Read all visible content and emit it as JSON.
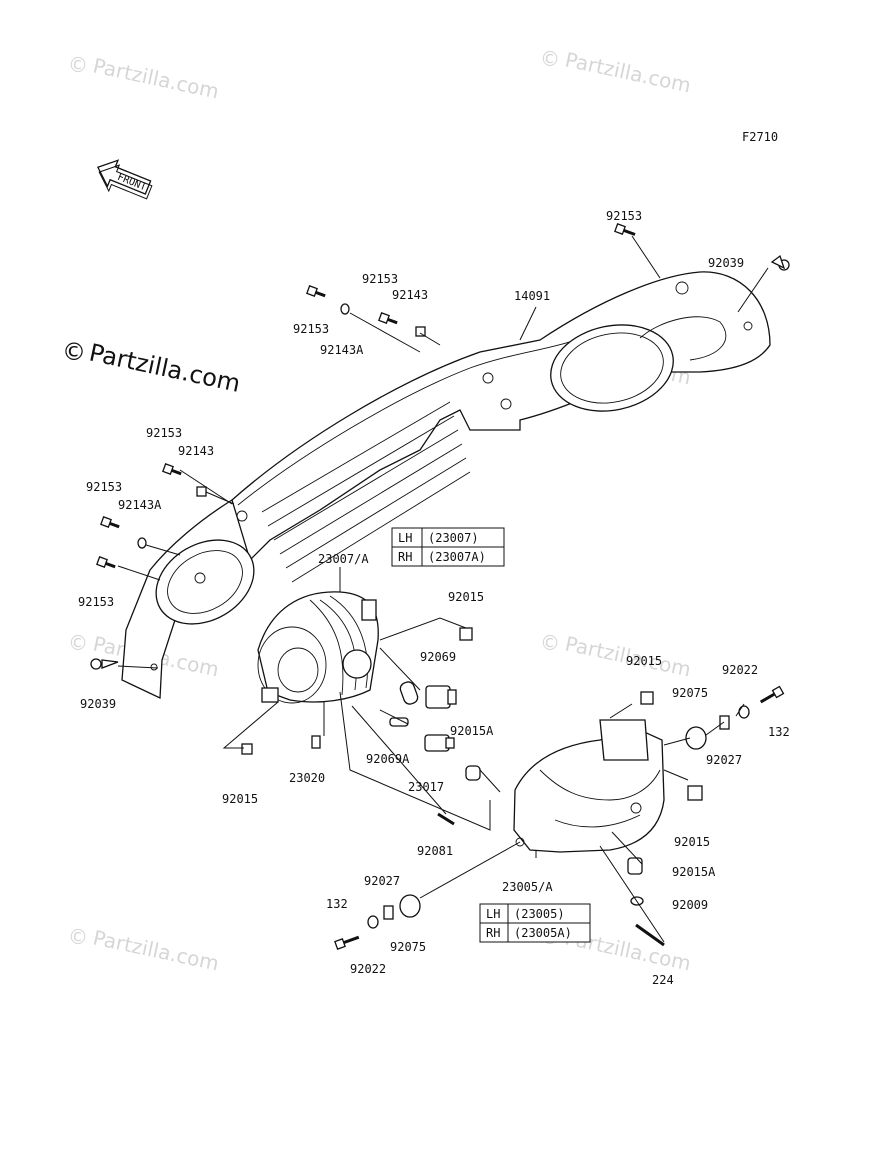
{
  "diagram_code": "F2710",
  "front_label": "FRONT",
  "watermark": {
    "copyright_symbol": "©",
    "text": "Partzilla.com"
  },
  "tables": {
    "top": {
      "rows": [
        {
          "side": "LH",
          "part": "(23007)"
        },
        {
          "side": "RH",
          "part": "(23007A)"
        }
      ]
    },
    "bottom": {
      "rows": [
        {
          "side": "LH",
          "part": "(23005)"
        },
        {
          "side": "RH",
          "part": "(23005A)"
        }
      ]
    }
  },
  "callouts": [
    "92153",
    "92039",
    "92153",
    "92143",
    "14091",
    "92153",
    "92143A",
    "92153",
    "92143",
    "92153",
    "92143A",
    "92153",
    "23007/A",
    "92015",
    "92069",
    "92039",
    "92015",
    "92022",
    "92075",
    "132",
    "92027",
    "92069A",
    "92015A",
    "23017",
    "23020",
    "92015",
    "92015",
    "92081",
    "92015A",
    "23005/A",
    "92027",
    "132",
    "92009",
    "92075",
    "92022",
    "224"
  ]
}
